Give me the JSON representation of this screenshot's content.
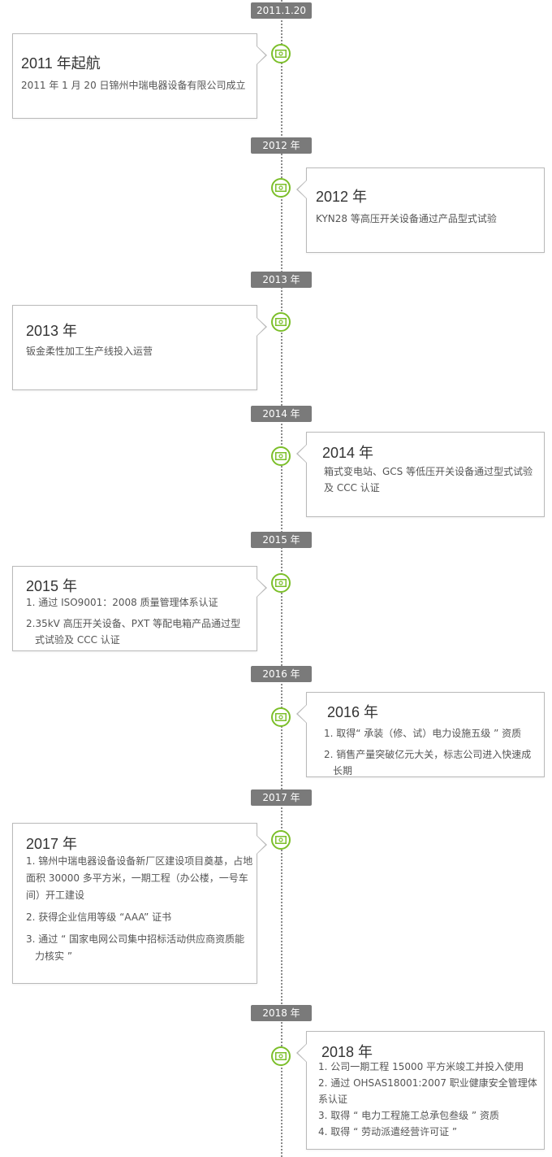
{
  "timeline": {
    "entries": [
      {
        "badge": "2011.1.20",
        "title": "2011 年起航",
        "items": [
          "2011 年 1 月 20 日锦州中瑞电器设备有限公司成立"
        ]
      },
      {
        "badge": "2012 年",
        "title": "2012 年",
        "items": [
          "KYN28 等高压开关设备通过产品型式试验"
        ]
      },
      {
        "badge": "2013 年",
        "title": "2013 年",
        "items": [
          "钣金柔性加工生产线投入运营"
        ]
      },
      {
        "badge": "2014 年",
        "title": "2014 年",
        "items": [
          "箱式变电站、GCS 等低压开关设备通过型式试验",
          "及 CCC 认证"
        ]
      },
      {
        "badge": "2015 年",
        "title": "2015 年",
        "items": [
          "1. 通过 ISO9001：2008 质量管理体系认证",
          "2.35kV 高压开关设备、PXT 等配电箱产品通过型",
          "式试验及 CCC 认证"
        ]
      },
      {
        "badge": "2016 年",
        "title": "2016 年",
        "items": [
          "1. 取得“ 承装（修、试）电力设施五级 ” 资质",
          "2. 销售产量突破亿元大关，标志公司进入快速成",
          "长期"
        ]
      },
      {
        "badge": "2017 年",
        "title": "2017 年",
        "items": [
          "1. 锦州中瑞电器设备设备新厂区建设项目奠基，占地",
          "面积 30000 多平方米，一期工程（办公楼，一号车",
          "间）开工建设",
          "2. 获得企业信用等级 “AAA” 证书",
          "3. 通过 “ 国家电网公司集中招标活动供应商资质能",
          "力核实 ”"
        ]
      },
      {
        "badge": "2018 年",
        "title": "2018 年",
        "items": [
          "1. 公司一期工程 15000 平方米竣工并投入使用",
          "2. 通过 OHSAS18001:2007 职业健康安全管理体",
          "系认证",
          "3. 取得 “ 电力工程施工总承包叁级 ” 资质",
          "4. 取得 “ 劳动派遣经营许可证 ”"
        ]
      }
    ]
  },
  "colors": {
    "accent": "#7cbf2a",
    "badge": "#7a7a7a",
    "line": "#8a8a8a"
  },
  "icon": "banknote-icon"
}
